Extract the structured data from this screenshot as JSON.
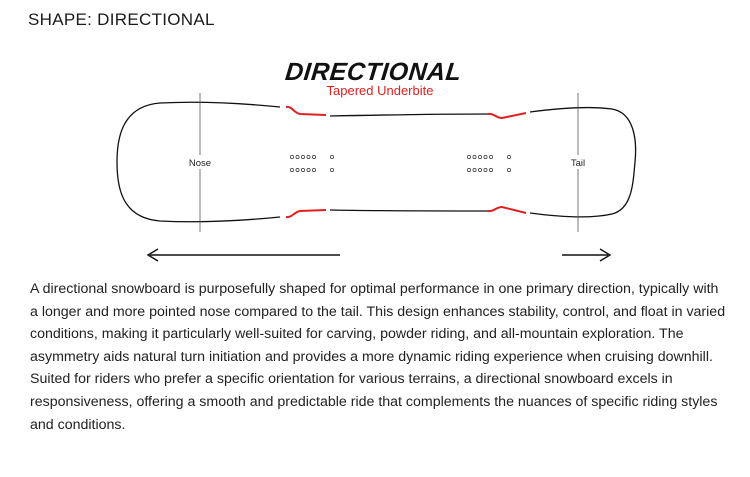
{
  "section": {
    "title": "SHAPE: DIRECTIONAL"
  },
  "diagram": {
    "heading": "DIRECTIONAL",
    "subheading": "Tapered Underbite",
    "nose_label": "Nose",
    "tail_label": "Tail",
    "colors": {
      "outline": "#111111",
      "accent": "#e02020",
      "heading": "#111111"
    }
  },
  "description": {
    "text": "A directional snowboard is purposefully shaped for optimal performance in one primary direction, typically with a longer and more pointed nose compared to the tail. This design enhances stability, control, and float in varied conditions, making it particularly well-suited for carving, powder riding, and all-mountain exploration. The asymmetry aids natural turn initiation and provides a more dynamic riding experience when cruising downhill. Suited for riders who prefer a specific orientation for various terrains, a directional snowboard excels in responsiveness, offering a smooth and predictable ride that complements the nuances of specific riding styles and conditions."
  }
}
